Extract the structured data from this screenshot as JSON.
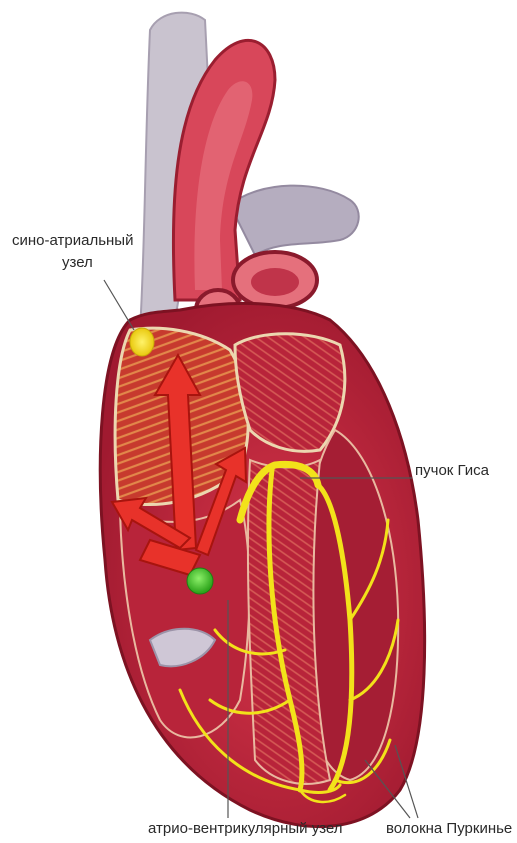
{
  "labels": {
    "sa_node_line1": "сино-атриальный",
    "sa_node_line2": "узел",
    "bundle_of_his": "пучок Гиса",
    "av_node": "атрио-вентрикулярный узел",
    "purkinje_fibers": "волокна Пуркинье"
  },
  "colors": {
    "myocardium": "#c8283a",
    "myocardium_dark": "#8e1626",
    "aorta": "#d94a5c",
    "vessel_grey": "#b9b2c0",
    "conduction_path": "#f2e21a",
    "sa_node": "#f4e018",
    "av_node": "#3fbf2a",
    "arrows": "#e8322a"
  }
}
